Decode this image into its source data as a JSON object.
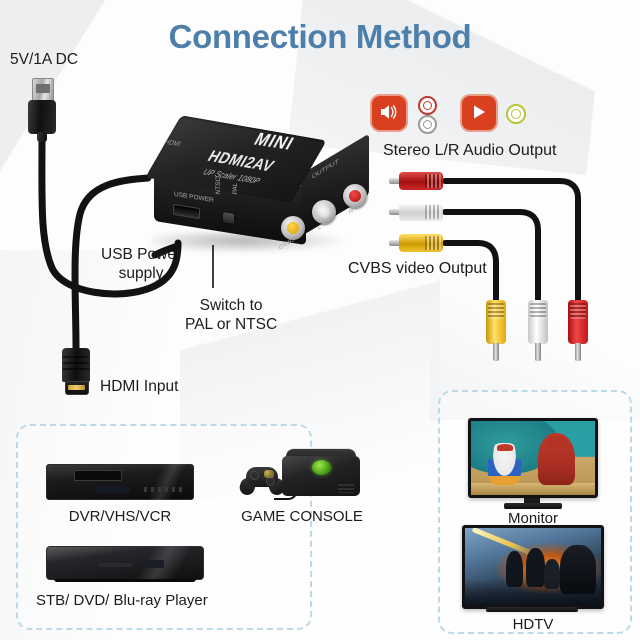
{
  "title": "Connection Method",
  "title_color": "#4d7fab",
  "labels": {
    "power_spec": "5V/1A DC",
    "usb_power": "USB Power\nsupply",
    "switch": "Switch to\nPAL or NTSC",
    "hdmi_input": "HDMI Input",
    "stereo_output": "Stereo L/R Audio Output",
    "cvbs_output": "CVBS video Output"
  },
  "device": {
    "brand": "MINI",
    "model": "HDMI2AV",
    "subtitle": "UP Scaler 1080P",
    "port_hdmi": "HDMI",
    "port_usb": "USB POWER",
    "switch_ntsc": "NTSC",
    "switch_pal": "PAL",
    "port_output": "OUTPUT",
    "jack_cvbs": "CVBS",
    "jack_left": "L",
    "jack_right": "R"
  },
  "icons": {
    "speaker": "speaker-audio-icon",
    "play": "play-video-icon",
    "ring_red": "rca-red-jack-icon",
    "ring_white": "rca-white-jack-icon",
    "ring_yellow": "rca-yellow-jack-icon",
    "accent_red": "#d9401f",
    "accent_yellow_green": "#b9c436"
  },
  "sources_box": {
    "items": [
      {
        "label": "DVR/VHS/VCR"
      },
      {
        "label": "GAME CONSOLE"
      },
      {
        "label": "STB/ DVD/ Blu-ray  Player"
      }
    ]
  },
  "displays_box": {
    "items": [
      {
        "label": "Monitor"
      },
      {
        "label": "HDTV"
      }
    ]
  },
  "cable_colors": {
    "yellow": "#e0a90d",
    "white": "#e9e9e9",
    "red": "#c01717",
    "black": "#121212"
  },
  "box_border_color": "#bcd9ea"
}
